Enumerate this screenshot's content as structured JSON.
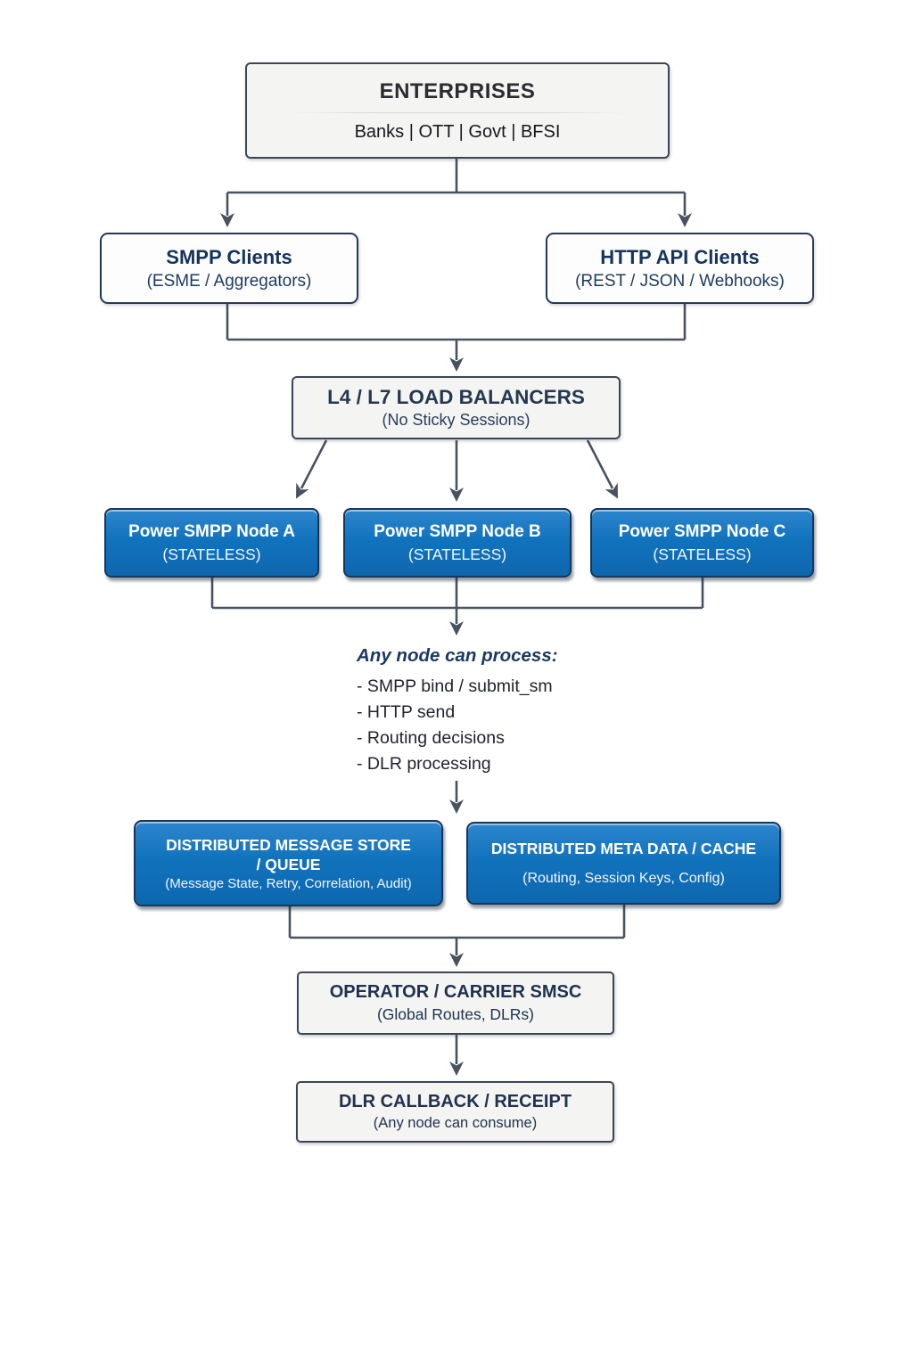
{
  "diagram": {
    "enterprises": {
      "title": "ENTERPRISES",
      "subtitle": "Banks | OTT | Govt | BFSI"
    },
    "smpp_clients": {
      "title": "SMPP Clients",
      "subtitle": "(ESME / Aggregators)"
    },
    "http_api_clients": {
      "title": "HTTP API Clients",
      "subtitle": "(REST / JSON / Webhooks)"
    },
    "load_balancers": {
      "title": "L4 / L7 LOAD BALANCERS",
      "subtitle": "(No Sticky Sessions)"
    },
    "node_a": {
      "title": "Power SMPP Node A",
      "subtitle": "(STATELESS)"
    },
    "node_b": {
      "title": "Power SMPP Node B",
      "subtitle": "(STATELESS)"
    },
    "node_c": {
      "title": "Power SMPP Node C",
      "subtitle": "(STATELESS)"
    },
    "process_note": {
      "heading": "Any node can process:",
      "items": [
        "- SMPP bind / submit_sm",
        "- HTTP send",
        "- Routing decisions",
        "- DLR processing"
      ]
    },
    "message_store": {
      "title": "DISTRIBUTED MESSAGE STORE / QUEUE",
      "subtitle": "(Message State, Retry, Correlation, Audit)"
    },
    "meta_cache": {
      "title": "DISTRIBUTED META DATA / CACHE",
      "subtitle": "(Routing, Session Keys, Config)"
    },
    "operator_smsc": {
      "title": "OPERATOR / CARRIER SMSC",
      "subtitle": "(Global Routes, DLRs)"
    },
    "dlr_callback": {
      "title": "DLR CALLBACK / RECEIPT",
      "subtitle": "(Any node can consume)"
    }
  },
  "colors": {
    "node_blue": "#1173bd",
    "connector": "#49525f",
    "navy_text": "#15345c",
    "gray_box": "#f4f4f3"
  }
}
